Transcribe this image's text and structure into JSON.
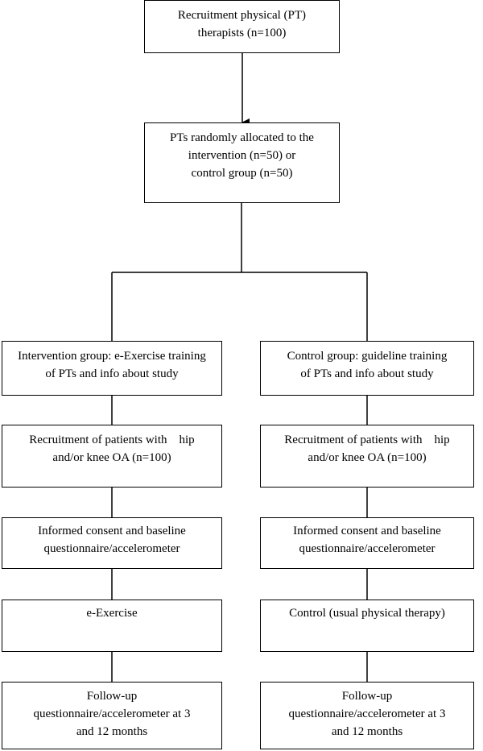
{
  "flowchart": {
    "recruit_pt": {
      "lines": [
        "Recruitment physical (PT)",
        "therapists (n=100)"
      ]
    },
    "randomize": {
      "lines": [
        "PTs randomly allocated to the",
        "intervention (n=50) or",
        "control group (n=50)"
      ]
    },
    "intervention": {
      "group": {
        "lines": [
          "Intervention group: e-Exercise training",
          "of PTs and info about study"
        ]
      },
      "recruit_patients": {
        "lines": [
          "Recruitment of patients with    hip",
          "and/or knee OA (n=100)"
        ]
      },
      "consent": {
        "lines": [
          "Informed consent and baseline",
          "questionnaire/accelerometer"
        ]
      },
      "treatment": {
        "lines": [
          "e-Exercise"
        ]
      },
      "followup": {
        "lines": [
          "Follow-up",
          "questionnaire/accelerometer at 3",
          "and 12 months"
        ]
      }
    },
    "control": {
      "group": {
        "lines": [
          "Control group: guideline training",
          "of PTs and info about study"
        ]
      },
      "recruit_patients": {
        "lines": [
          "Recruitment of patients with    hip",
          "and/or knee OA (n=100)"
        ]
      },
      "consent": {
        "lines": [
          "Informed consent and baseline",
          "questionnaire/accelerometer"
        ]
      },
      "treatment": {
        "lines": [
          "Control (usual physical therapy)"
        ]
      },
      "followup": {
        "lines": [
          "Follow-up",
          "questionnaire/accelerometer at 3",
          "and 12 months"
        ]
      }
    }
  }
}
